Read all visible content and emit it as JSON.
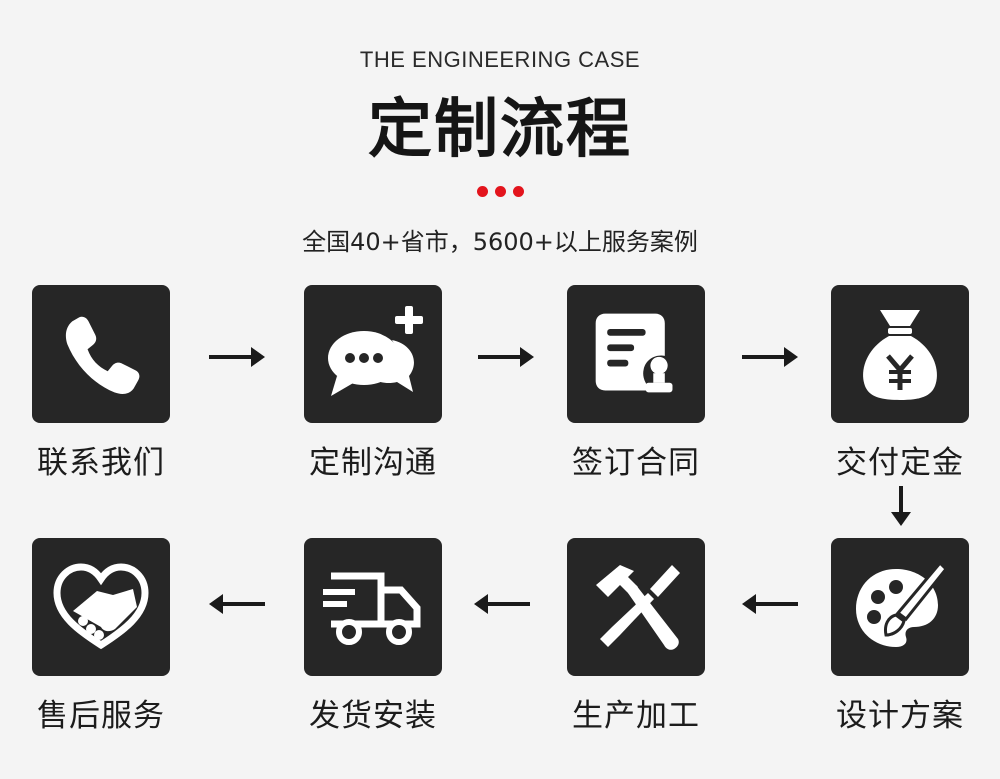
{
  "header": {
    "subtitle_en": "THE ENGINEERING CASE",
    "title": "定制流程",
    "tagline": "全国40+省市，5600+以上服务案例",
    "accent_color": "#e3141c"
  },
  "steps": [
    {
      "label": "联系我们",
      "icon": "phone-icon"
    },
    {
      "label": "定制沟通",
      "icon": "chat-bubbles-plus-icon"
    },
    {
      "label": "签订合同",
      "icon": "contract-stamp-icon"
    },
    {
      "label": "交付定金",
      "icon": "money-bag-yuan-icon"
    },
    {
      "label": "设计方案",
      "icon": "palette-brush-icon"
    },
    {
      "label": "生产加工",
      "icon": "hammer-screwdriver-icon"
    },
    {
      "label": "发货安装",
      "icon": "delivery-truck-icon"
    },
    {
      "label": "售后服务",
      "icon": "handshake-heart-icon"
    }
  ],
  "colors": {
    "tile": "#262626",
    "background": "#f4f4f4",
    "icon": "#ffffff"
  }
}
